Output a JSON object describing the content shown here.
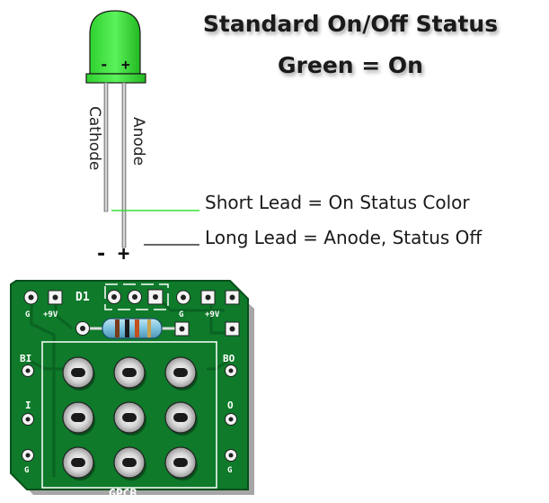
{
  "title": {
    "line1": "Standard On/Off Status",
    "line2": "Green = On"
  },
  "led": {
    "color": "#33e033",
    "minus_mark": "-",
    "plus_mark": "+",
    "cathode_label": "Cathode",
    "anode_label": "Anode",
    "polarity_minus": "-",
    "polarity_plus": "+"
  },
  "notes": {
    "short_lead": "Short Lead = On Status Color",
    "long_lead": "Long Lead = Anode, Status Off",
    "short_lead_color": "#33e033",
    "long_lead_color": "#333333"
  },
  "pcb": {
    "board_color": "#0e7a2a",
    "silk_color": "#ffffff",
    "labels": {
      "g_left": "G",
      "v9_left": "+9V",
      "d1": "D1",
      "g_mid": "G",
      "v9_right": "+9V",
      "bi": "BI",
      "bo": "BO",
      "i": "I",
      "o": "O",
      "g_bottom_left": "G",
      "g_bottom_right": "G",
      "brand": "GPCB"
    }
  }
}
